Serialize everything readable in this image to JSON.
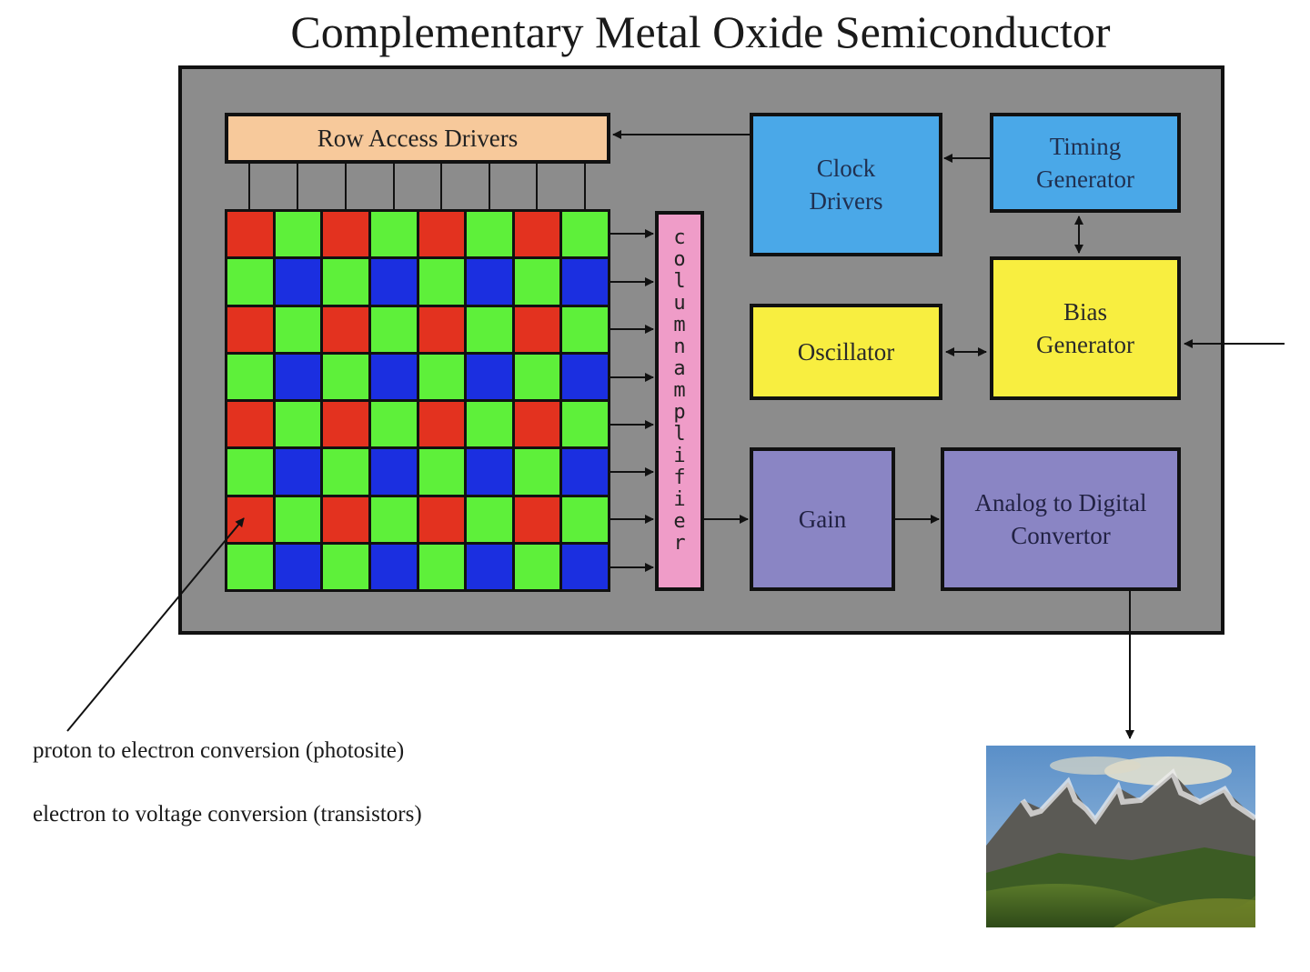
{
  "title": "Complementary Metal Oxide Semiconductor",
  "blocks": {
    "row_access_drivers": "Row Access Drivers",
    "clock_drivers": "Clock\nDrivers",
    "timing_generator": "Timing\nGenerator",
    "oscillator": "Oscillator",
    "bias_generator": "Bias\nGenerator",
    "gain": "Gain",
    "adc": "Analog to Digital\nConvertor",
    "column_amplifier": "columnamplifier"
  },
  "labels": {
    "photosite": "proton to electron conversion (photosite)",
    "transistors": "electron to voltage conversion (transistors)"
  },
  "pixel_grid": {
    "rows": [
      [
        "R",
        "G",
        "R",
        "G",
        "R",
        "G",
        "R",
        "G"
      ],
      [
        "G",
        "B",
        "G",
        "B",
        "G",
        "B",
        "G",
        "B"
      ],
      [
        "R",
        "G",
        "R",
        "G",
        "R",
        "G",
        "R",
        "G"
      ],
      [
        "G",
        "B",
        "G",
        "B",
        "G",
        "B",
        "G",
        "B"
      ],
      [
        "R",
        "G",
        "R",
        "G",
        "R",
        "G",
        "R",
        "G"
      ],
      [
        "G",
        "B",
        "G",
        "B",
        "G",
        "B",
        "G",
        "B"
      ],
      [
        "R",
        "G",
        "R",
        "G",
        "R",
        "G",
        "R",
        "G"
      ],
      [
        "G",
        "B",
        "G",
        "B",
        "G",
        "B",
        "G",
        "B"
      ]
    ],
    "colors": {
      "R": "#e3321f",
      "G": "#5ef03a",
      "B": "#1b2fe0"
    }
  },
  "output_image": {
    "icon": "mountain-landscape-photo"
  }
}
